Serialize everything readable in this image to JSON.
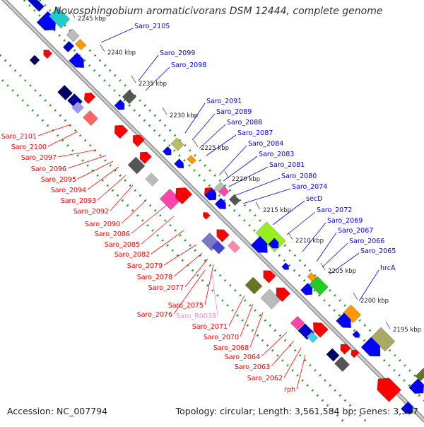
{
  "title": "Novosphingobium aromaticivorans DSM 12444, complete genome",
  "accession": "Accession: NC_007794",
  "topology": "Topology: circular; Length: 3,561,584 bp; Genes: 3,397",
  "colors": {
    "backbone": "#8a8a8a",
    "dots": "#229922",
    "forward_gene": "#ff0000",
    "reverse_gene": "#0000ff",
    "rna_gene": "#ff88cc",
    "kbp_text": "#222222"
  },
  "kbp_ticks": [
    {
      "label": "2245 kbp"
    },
    {
      "label": "2240 kbp"
    },
    {
      "label": "2235 kbp"
    },
    {
      "label": "2230 kbp"
    },
    {
      "label": "2225 kbp"
    },
    {
      "label": "2220 kbp"
    },
    {
      "label": "2215 kbp"
    },
    {
      "label": "2210 kbp"
    },
    {
      "label": "2205 kbp"
    },
    {
      "label": "2200 kbp"
    },
    {
      "label": "2195 kbp"
    }
  ],
  "labels_reverse": [
    {
      "text": "Saro_2105"
    },
    {
      "text": "Saro_2099"
    },
    {
      "text": "Saro_2098"
    },
    {
      "text": "Saro_2091"
    },
    {
      "text": "Saro_2089"
    },
    {
      "text": "Saro_2088"
    },
    {
      "text": "Saro_2087"
    },
    {
      "text": "Saro_2084"
    },
    {
      "text": "Saro_2083"
    },
    {
      "text": "Saro_2081"
    },
    {
      "text": "Saro_2080"
    },
    {
      "text": "Saro_2074"
    },
    {
      "text": "secD"
    },
    {
      "text": "Saro_2072"
    },
    {
      "text": "Saro_2069"
    },
    {
      "text": "Saro_2067"
    },
    {
      "text": "Saro_2066"
    },
    {
      "text": "Saro_2065"
    },
    {
      "text": "hrcA"
    }
  ],
  "labels_forward": [
    {
      "text": "Saro_2101"
    },
    {
      "text": "Saro_2100"
    },
    {
      "text": "Saro_2097"
    },
    {
      "text": "Saro_2096"
    },
    {
      "text": "Saro_2095"
    },
    {
      "text": "Saro_2094"
    },
    {
      "text": "Saro_2093"
    },
    {
      "text": "Saro_2092"
    },
    {
      "text": "Saro_2090"
    },
    {
      "text": "Saro_2086"
    },
    {
      "text": "Saro_2085"
    },
    {
      "text": "Saro_2082"
    },
    {
      "text": "Saro_2079"
    },
    {
      "text": "Saro_2078"
    },
    {
      "text": "Saro_2077"
    },
    {
      "text": "Saro_2075"
    },
    {
      "text": "Saro_2076"
    },
    {
      "text": "Saro_R0038"
    },
    {
      "text": "Saro_2071"
    },
    {
      "text": "Saro_2070"
    },
    {
      "text": "Saro_2068"
    },
    {
      "text": "Saro_2064"
    },
    {
      "text": "Saro_2063"
    },
    {
      "text": "Saro_2062"
    },
    {
      "text": "rph"
    }
  ]
}
